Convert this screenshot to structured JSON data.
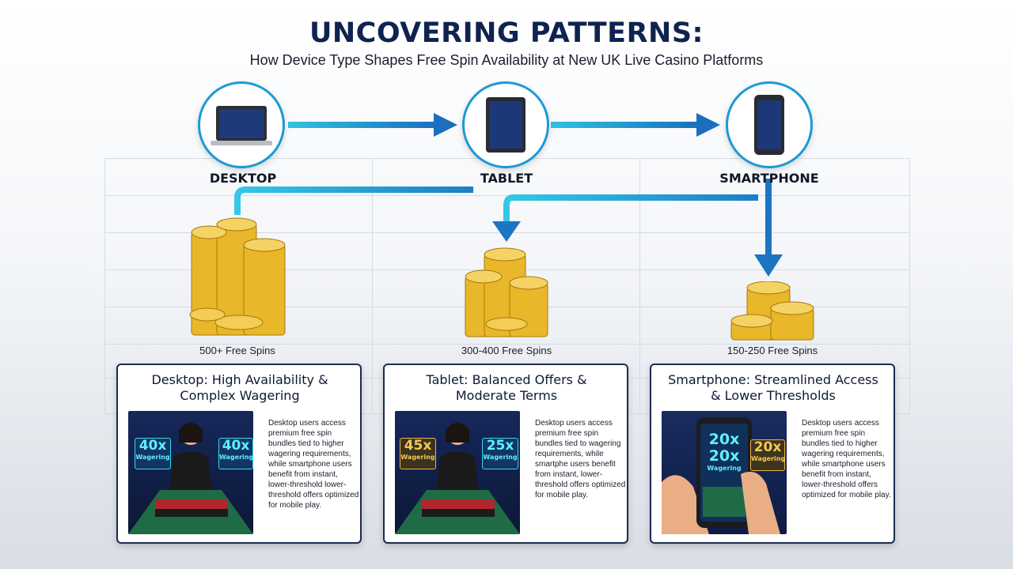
{
  "header": {
    "title": "UNCOVERING PATTERNS:",
    "subtitle": "How Device Type Shapes Free Spin Availability at New UK Live Casino Platforms"
  },
  "devices": [
    {
      "label": "DESKTOP",
      "icon": "laptop-icon",
      "spins": "500+ Free Spins"
    },
    {
      "label": "TABLET",
      "icon": "tablet-icon",
      "spins": "300-400 Free Spins"
    },
    {
      "label": "SMARTPHONE",
      "icon": "smartphone-icon",
      "spins": "150-250 Free Spins"
    }
  ],
  "cards": [
    {
      "title_line1": "Desktop: High Availability &",
      "title_line2": "Complex Wagering",
      "badge_left": "40x",
      "badge_left_sub": "Wagering",
      "badge_right": "40x",
      "badge_right_sub": "Wagering",
      "text": "Desktop users access premium free spin bundles tied to higher wagering requirements, while smartphone users benefit from instant, lower-threshold lower-threshold offers optimized for mobile play."
    },
    {
      "title_line1": "Tablet: Balanced Offers &",
      "title_line2": "Moderate Terms",
      "badge_left": "45x",
      "badge_left_sub": "Wagering",
      "badge_right": "25x",
      "badge_right_sub": "Wagering",
      "text": "Desktop users access premium free spin bundles tied to wagering requirements, while smartphe users benefit from instant, lower-threshold offers optimized for mobile play."
    },
    {
      "title_line1": "Smartphone: Streamlined Access",
      "title_line2": "& Lower Thresholds",
      "phone_top": "20x",
      "phone_mid": "20x",
      "phone_sub": "Wagering",
      "badge_right": "20x",
      "badge_right_sub": "Wagering",
      "text": "Desktop users access premium free spin bundles tied to higher wagering requirements, while smartphone users benefit from instant, lower-threshold offers optimized for mobile play."
    }
  ],
  "colors": {
    "navy": "#0f2350",
    "arrow_blue": "#1b7fc4",
    "arrow_cyan": "#29b5d8",
    "gold": "#e8b72a",
    "table_green": "#1f6b45"
  }
}
